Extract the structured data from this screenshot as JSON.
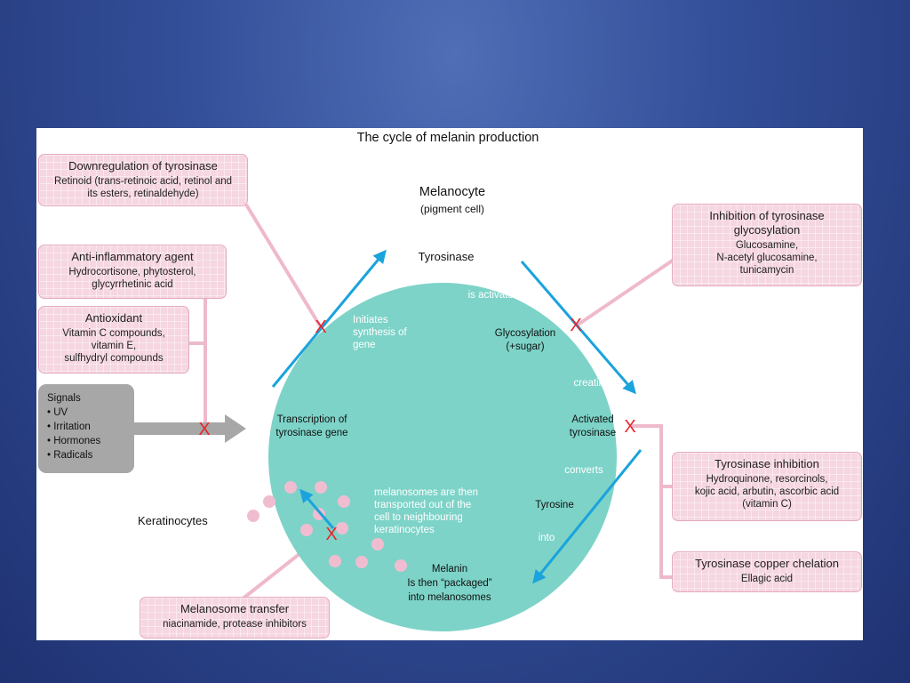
{
  "title": "The cycle of melanin production",
  "cell": {
    "label": "Melanocyte",
    "sublabel": "(pigment cell)",
    "tyrosinase": "Tyrosinase",
    "activated_by": "is activated by",
    "initiates": [
      "Initiates",
      "synthesis of",
      "gene"
    ],
    "glycosylation": [
      "Glycosylation",
      "(+sugar)"
    ],
    "creating": "creating",
    "transcription": [
      "Transcription of",
      "tyrosinase gene"
    ],
    "activated": [
      "Activated",
      "tyrosinase"
    ],
    "converts": "converts",
    "tyrosine": "Tyrosine",
    "into": "into",
    "melanosomes_transport": [
      "melanosomes are then",
      "transported out of the",
      "cell to neighbouring",
      "keratinocytes"
    ],
    "melanin": [
      "Melanin",
      "Is then “packaged”",
      "into melanosomes"
    ]
  },
  "keratinocytes": "Keratinocytes",
  "signals": {
    "title": "Signals",
    "items": [
      "UV",
      "Irritation",
      "Hormones",
      "Radicals"
    ]
  },
  "boxes": {
    "downregulation": {
      "title": "Downregulation of tyrosinase",
      "body": [
        "Retinoid (trans-retinoic acid, retinol and",
        "its esters, retinaldehyde)"
      ]
    },
    "anti_inflammatory": {
      "title": "Anti-inflammatory agent",
      "body": [
        "Hydrocortisone, phytosterol,",
        "glycyrrhetinic acid"
      ]
    },
    "antioxidant": {
      "title": "Antioxidant",
      "body": [
        "Vitamin C compounds,",
        "vitamin E,",
        "sulfhydryl compounds"
      ]
    },
    "glycosylation_inhibition": {
      "title": "Inhibition of tyrosinase glycosylation",
      "body": [
        "Glucosamine,",
        "N-acetyl glucosamine,",
        "tunicamycin"
      ]
    },
    "tyrosinase_inhibition": {
      "title": "Tyrosinase inhibition",
      "body": [
        "Hydroquinone, resorcinols,",
        "kojic acid, arbutin, ascorbic acid",
        "(vitamin C)"
      ]
    },
    "copper_chelation": {
      "title": "Tyrosinase copper chelation",
      "body": [
        "Ellagic acid"
      ]
    },
    "melanosome_transfer": {
      "title": "Melanosome transfer",
      "body": [
        "niacinamide, protease inhibitors"
      ]
    }
  },
  "block_marker": "X",
  "colors": {
    "background": "#34509a",
    "cell": "#7dd3c8",
    "arrow": "#1aa3dc",
    "box": "#f5d6e1",
    "connector": "#efb9cc",
    "block_mark": "#e8232a",
    "melanosome": "#f0bdd0",
    "signals_box": "#a7a7a7"
  }
}
